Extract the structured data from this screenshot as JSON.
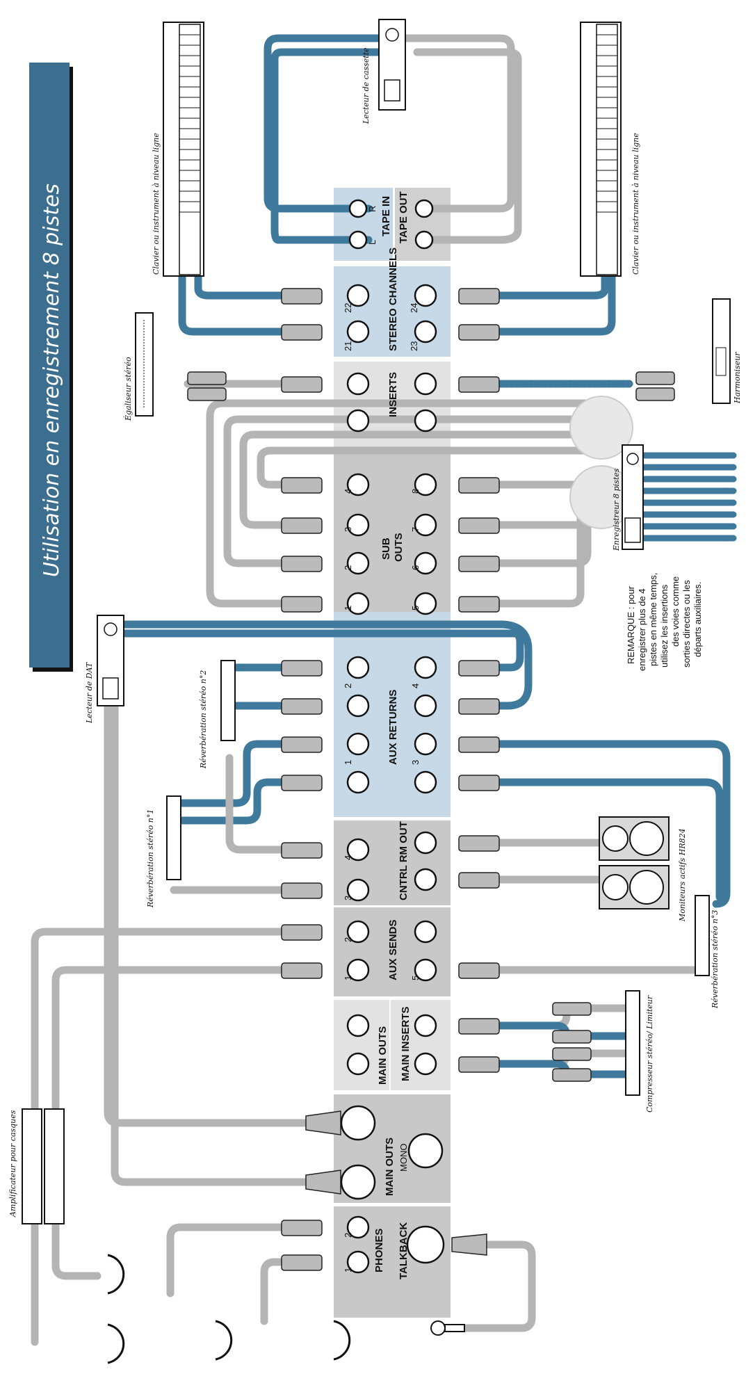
{
  "title": "Utilisation en enregistrement 8 pistes",
  "sections": {
    "tape_in": "TAPE IN",
    "tape_out": "TAPE OUT",
    "stereo_channels": "STEREO CHANNELS",
    "inserts": "INSERTS",
    "sub_outs_1": "SUB",
    "sub_outs_2": "OUTS",
    "aux_returns": "AUX RETURNS",
    "cntrl_rm_out": "CNTRL RM OUT",
    "aux_sends": "AUX SENDS",
    "main_outs": "MAIN OUTS",
    "main_inserts": "MAIN INSERTS",
    "main_outs_xlr": "MAIN OUTS",
    "mono": "MONO",
    "phones": "PHONES",
    "talkback": "TALKBACK"
  },
  "devices": {
    "keyboard_left": "Clavier ou instrument à niveau ligne",
    "keyboard_right": "Clavier ou instrument à niveau ligne",
    "cassette": "Lecteur de cassette",
    "eq": "Égaliseur stéréo",
    "harmonizer": "Harmoniseur",
    "recorder": "Enregistreur 8 pistes",
    "dat": "Lecteur de DAT",
    "reverb1": "Réverbération stéréo n°1",
    "reverb2": "Réverbération stéréo n°2",
    "reverb3": "Réverbération stéréo n°3",
    "monitors": "Moniteurs actifs HR824",
    "compressor": "Compresseur stéréo/ Limiteur",
    "headphone_amp": "Amplificateur pour casques"
  },
  "note": [
    "REMARQUE : pour",
    "enregistrer plus de 4",
    "pistes en même temps,",
    "utilisez les insertions",
    "des voies comme",
    "sorties directes ou les",
    "départs auxiliaires."
  ],
  "channel_labels": {
    "L": "L",
    "R": "R",
    "n1": "1",
    "n2": "2",
    "n3": "3",
    "n4": "4",
    "n5": "5",
    "n6": "6",
    "n7": "7",
    "n8": "8",
    "n21": "21",
    "n22": "22",
    "n23": "23",
    "n24": "24"
  },
  "colors": {
    "blue_cable": "#3f7a9c",
    "gray_cable": "#b4b4b4",
    "panel_blue": "#c7d9e6",
    "panel_gray": "#c8c8c8",
    "panel_light": "#e2e2e2",
    "title_bg": "#3c6e8f"
  }
}
